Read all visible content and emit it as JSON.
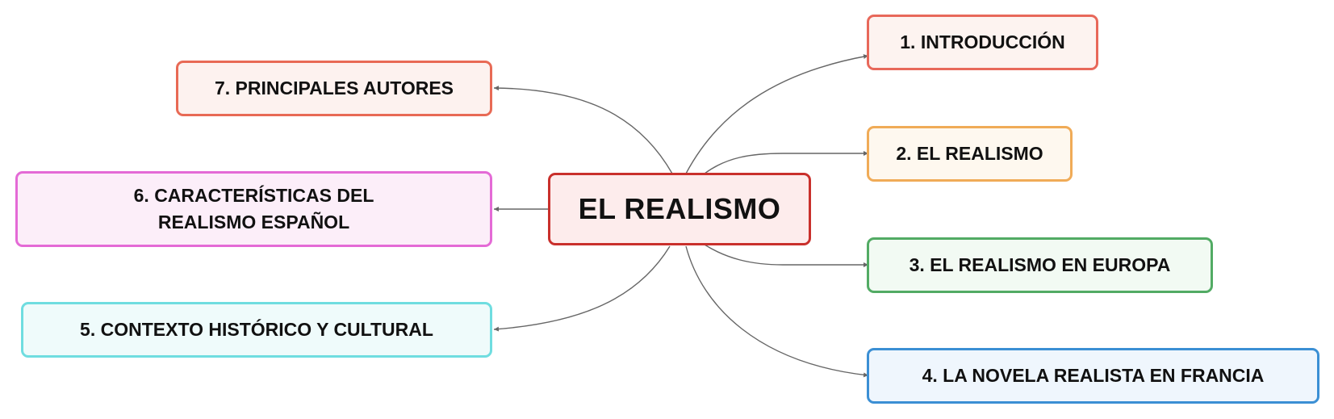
{
  "mindmap": {
    "center": {
      "label": "EL REALISMO",
      "border": "#c9302c",
      "fill": "#fdecec"
    },
    "topics": [
      {
        "id": "t1",
        "label": "1. INTRODUCCIÓN",
        "border": "#e8685a",
        "fill": "#fdf3f0"
      },
      {
        "id": "t2",
        "label": "2. EL REALISMO",
        "border": "#f0ab57",
        "fill": "#fef8ef"
      },
      {
        "id": "t3",
        "label": "3. EL REALISMO EN EUROPA",
        "border": "#52ab64",
        "fill": "#f2faf3"
      },
      {
        "id": "t4",
        "label": "4. LA NOVELA REALISTA EN FRANCIA",
        "border": "#3b8fd4",
        "fill": "#eff6fd"
      },
      {
        "id": "t5",
        "label": "5. CONTEXTO HISTÓRICO Y CULTURAL",
        "border": "#6fdde0",
        "fill": "#effbfb"
      },
      {
        "id": "t6",
        "label": "6. CARACTERÍSTICAS DEL REALISMO ESPAÑOL",
        "border": "#e46ad6",
        "fill": "#fceef9"
      },
      {
        "id": "t7",
        "label": "7. PRINCIPALES AUTORES",
        "border": "#e86a55",
        "fill": "#fdf2ef"
      }
    ]
  }
}
